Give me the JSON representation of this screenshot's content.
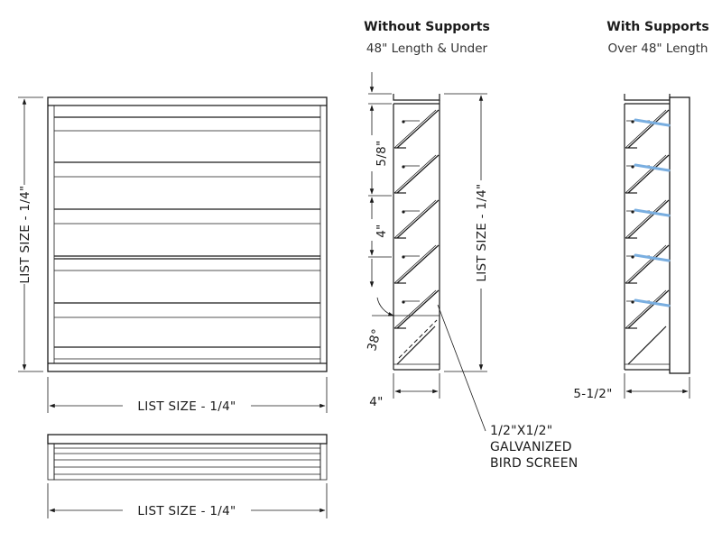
{
  "without_supports": {
    "title": "Without Supports",
    "subtitle": "48\" Length & Under"
  },
  "with_supports": {
    "title": "With Supports",
    "subtitle": "Over 48\" Length"
  },
  "dimensions": {
    "front_height": "LIST SIZE - 1/4\"",
    "front_width": "LIST SIZE - 1/4\"",
    "top_width": "LIST SIZE - 1/4\"",
    "section_height": "LIST SIZE - 1/4\"",
    "blade_spacing": "5/8\"",
    "blade_pitch": "4\"",
    "blade_angle": "38°",
    "depth_without": "4\"",
    "depth_with": "5-1/2\""
  },
  "screen_note": {
    "line1": "1/2\"X1/2\"",
    "line2": "GALVANIZED",
    "line3": "BIRD SCREEN"
  },
  "colors": {
    "line": "#1a1a1a",
    "support": "#79aee0"
  }
}
